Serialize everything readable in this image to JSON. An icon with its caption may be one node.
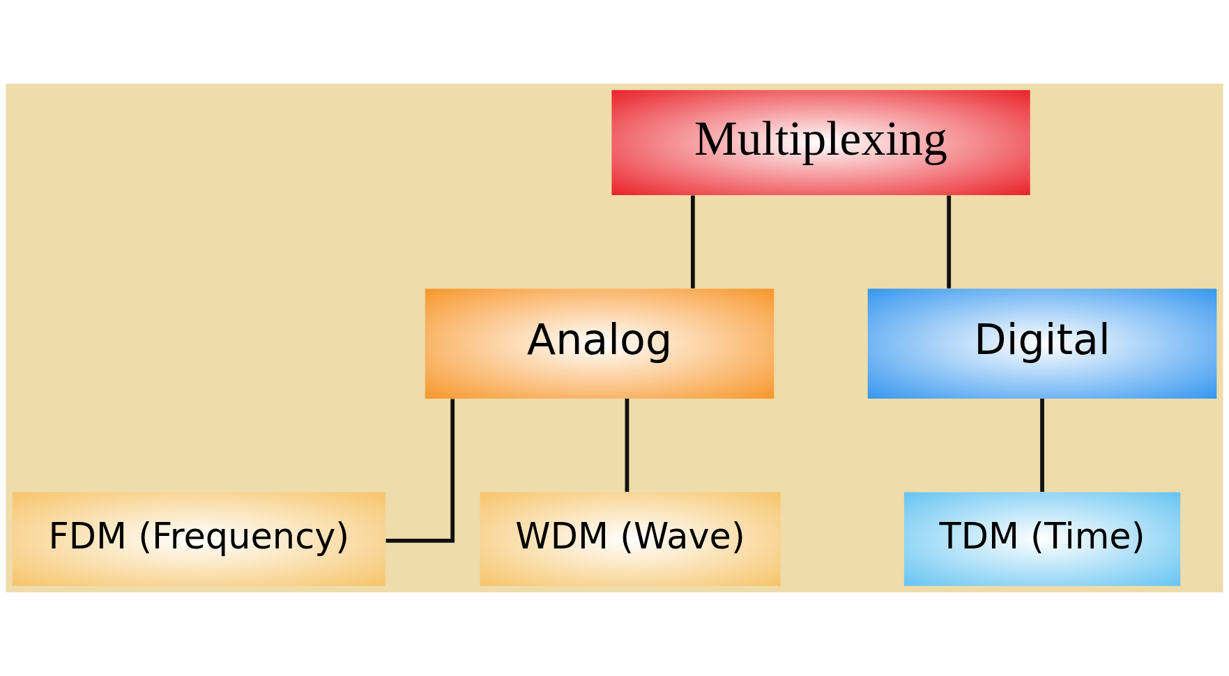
{
  "diagram": {
    "nodes": [
      {
        "text": [
          "Multiplexing"
        ]
      },
      {
        "text": [
          "Analog"
        ]
      },
      {
        "text": [
          "Digital"
        ]
      },
      {
        "text": [
          "FDM (Frequency)"
        ]
      },
      {
        "text": [
          "WDM (Wave)"
        ]
      },
      {
        "text": [
          "TDM (Time)"
        ]
      }
    ],
    "edges": [
      {
        "from": 0,
        "to": 1,
        "arrow": "none"
      },
      {
        "from": 0,
        "to": 2,
        "arrow": "none"
      },
      {
        "from": 1,
        "to": 3,
        "arrow": "none"
      },
      {
        "from": 1,
        "to": 4,
        "arrow": "none"
      },
      {
        "from": 2,
        "to": 5,
        "arrow": "none"
      }
    ]
  }
}
